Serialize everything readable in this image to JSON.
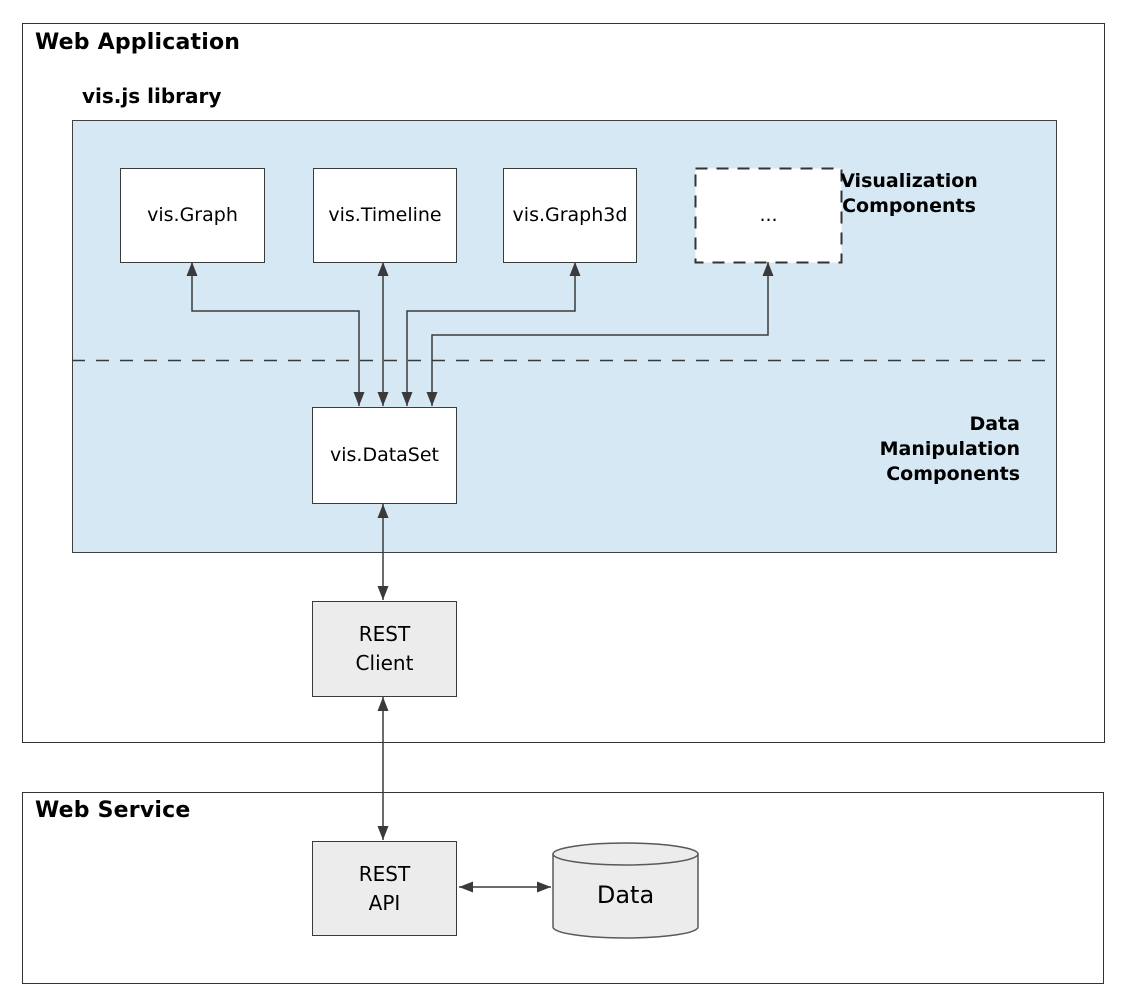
{
  "web_application": {
    "title": "Web Application",
    "library": {
      "title": "vis.js library",
      "visualization_label": "Visualization\nComponents",
      "data_label": "Data\nManipulation\nComponents",
      "boxes": {
        "graph": "vis.Graph",
        "timeline": "vis.Timeline",
        "graph3d": "vis.Graph3d",
        "ellipsis": "...",
        "dataset": "vis.DataSet"
      }
    },
    "rest_client": "REST\nClient"
  },
  "web_service": {
    "title": "Web Service",
    "rest_api": "REST\nAPI",
    "data_store": "Data"
  },
  "colors": {
    "library_fill": "#d6e8f4",
    "service_node_fill": "#ececec",
    "node_border": "#3b3b3b",
    "connector": "#3a3a3a"
  }
}
